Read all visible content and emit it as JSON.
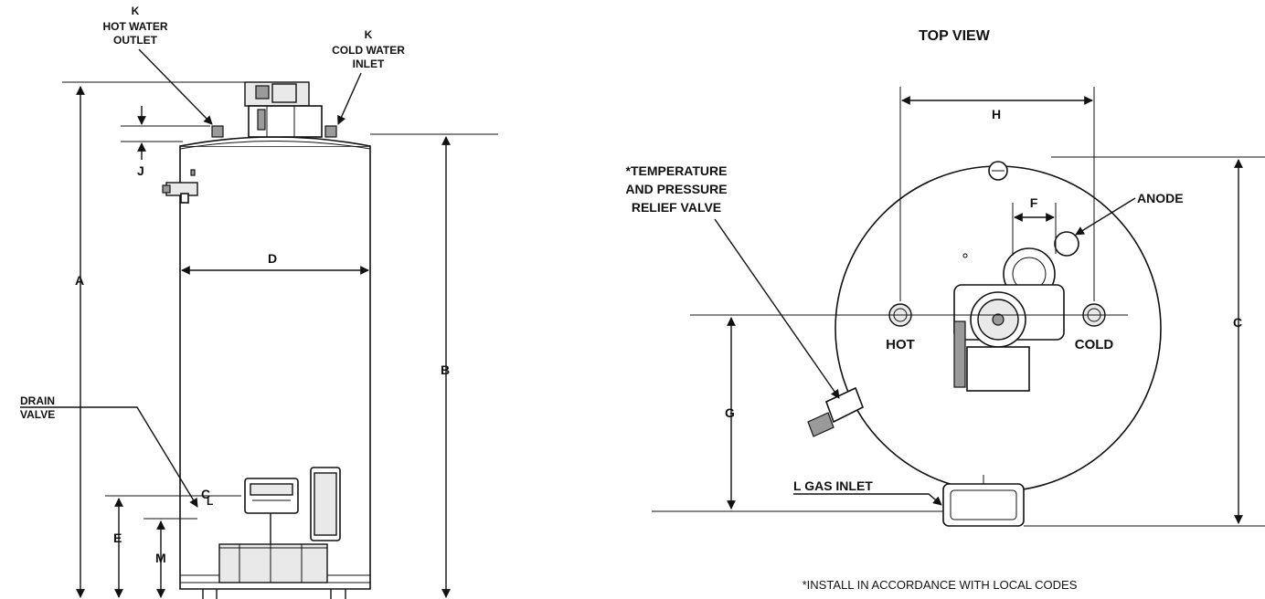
{
  "side_view": {
    "hot_outlet": {
      "letter": "K",
      "line1": "HOT WATER",
      "line2": "OUTLET"
    },
    "cold_inlet": {
      "letter": "K",
      "line1": "COLD WATER",
      "line2": "INLET"
    },
    "drain_valve": {
      "line1": "DRAIN",
      "line2": "VALVE"
    },
    "labels": {
      "a": "A",
      "b": "B",
      "d": "D",
      "e": "E",
      "j": "J",
      "m": "M",
      "c_l": "C",
      "c_l_sub": "L"
    }
  },
  "top_view": {
    "title": "TOP VIEW",
    "tp_valve": {
      "line1": "*TEMPERATURE",
      "line2": "AND PRESSURE",
      "line3": "RELIEF VALVE"
    },
    "anode": "ANODE",
    "hot": "HOT",
    "cold": "COLD",
    "gas_inlet": "L  GAS INLET",
    "labels": {
      "h": "H",
      "f": "F",
      "g": "G",
      "c": "C"
    }
  },
  "footnote": "*INSTALL IN ACCORDANCE WITH LOCAL CODES"
}
